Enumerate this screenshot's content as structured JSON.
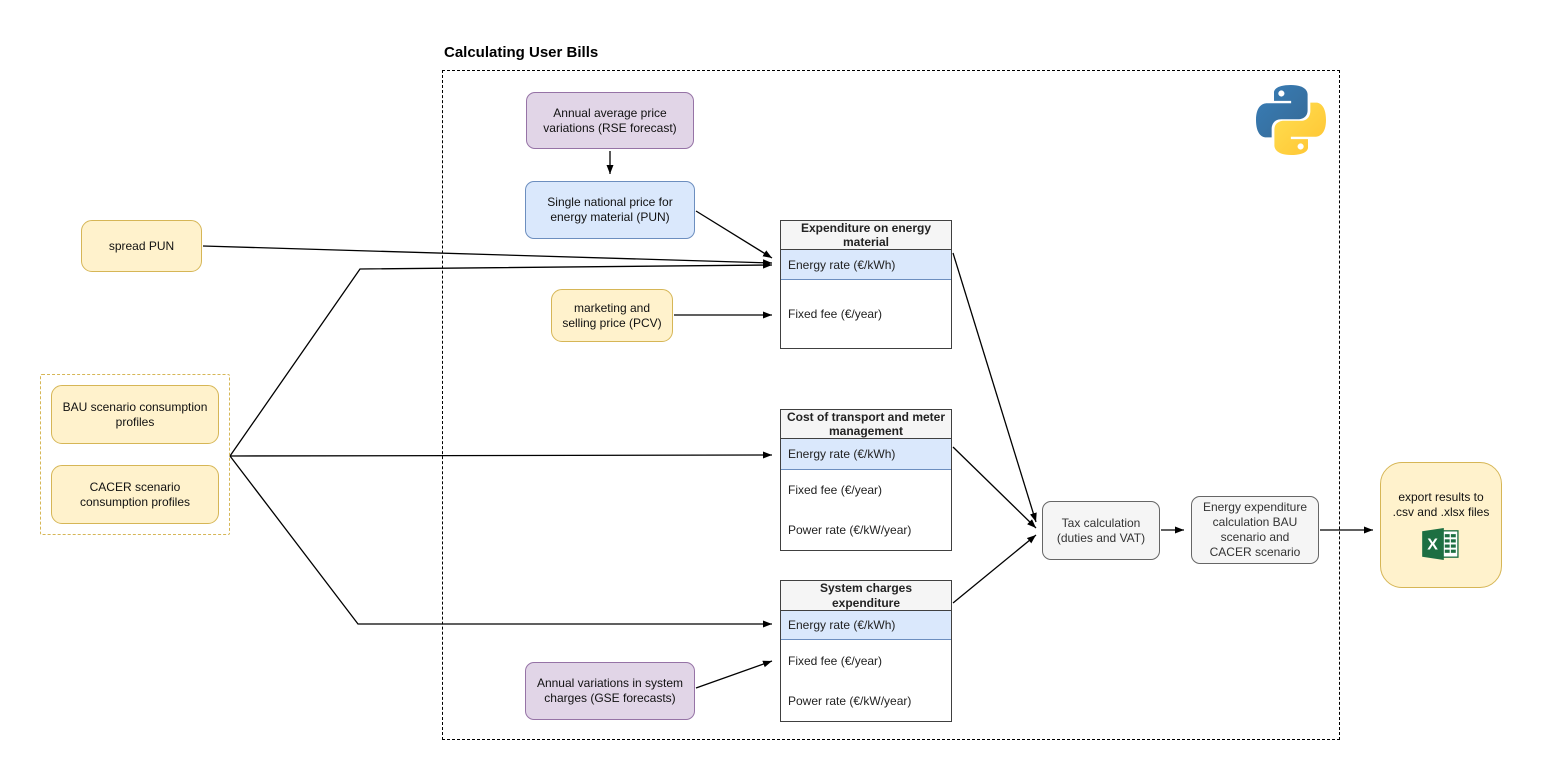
{
  "title": "Calculating User Bills",
  "nodes": {
    "rse": {
      "label": "Annual average price variations (RSE forecast)"
    },
    "pun": {
      "label": "Single national price for energy material (PUN)"
    },
    "spread_pun": {
      "label": "spread PUN"
    },
    "pcv": {
      "label": "marketing and selling price (PCV)"
    },
    "bau": {
      "label": "BAU scenario consumption profiles"
    },
    "cacer": {
      "label": "CACER scenario consumption profiles"
    },
    "gse": {
      "label": "Annual variations in system charges (GSE forecasts)"
    },
    "tax": {
      "label": "Tax calculation (duties and VAT)"
    },
    "energy_exp": {
      "label": "Energy expenditure calculation BAU scenario and CACER scenario"
    },
    "export": {
      "label": "export results to .csv and .xlsx files"
    }
  },
  "tables": [
    {
      "header": "Expenditure on energy material",
      "rows": [
        "Energy rate (€/kWh)",
        "Fixed fee (€/year)"
      ]
    },
    {
      "header": "Cost of transport and meter management",
      "rows": [
        "Energy rate (€/kWh)",
        "Fixed fee (€/year)",
        "Power rate (€/kW/year)"
      ]
    },
    {
      "header": "System charges expenditure",
      "rows": [
        "Energy rate (€/kWh)",
        "Fixed fee (€/year)",
        "Power rate (€/kW/year)"
      ]
    }
  ],
  "icons": {
    "python": "python-logo",
    "excel": "excel-logo"
  },
  "colors": {
    "purple_fill": "#E1D5E7",
    "purple_stroke": "#9673A6",
    "blue_fill": "#DAE8FC",
    "blue_stroke": "#6C8EBF",
    "yellow_fill": "#FFF2CC",
    "yellow_stroke": "#D6B656",
    "gray_fill": "#F5F5F5",
    "gray_stroke": "#666666",
    "row_highlight": "#DAE8FC",
    "python_blue": "#3776AB",
    "python_yellow": "#FFD43B",
    "excel_green": "#1D6F42"
  }
}
